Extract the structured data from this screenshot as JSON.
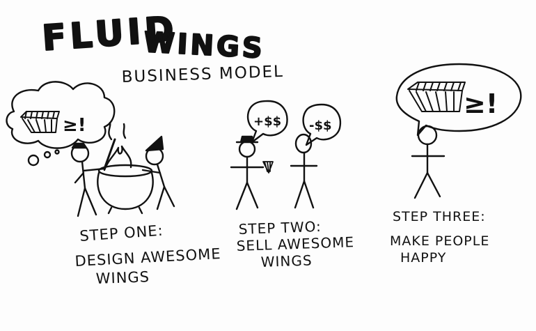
{
  "title_line1": "FLUID",
  "title_line2": "WINGS",
  "subtitle": "BUSINESS MODEL",
  "step1": {
    "heading": "STEP ONE:",
    "line1": "DESIGN AWESOME",
    "line2": "WINGS",
    "thought_symbol": "≥!"
  },
  "step2": {
    "heading": "STEP TWO:",
    "line1": "SELL AWESOME",
    "line2": "WINGS",
    "seller_bubble": "+$$",
    "buyer_bubble": "-$$"
  },
  "step3": {
    "heading": "STEP THREE:",
    "line1": "MAKE PEOPLE",
    "line2": "HAPPY",
    "thought_symbol": "≥!"
  }
}
